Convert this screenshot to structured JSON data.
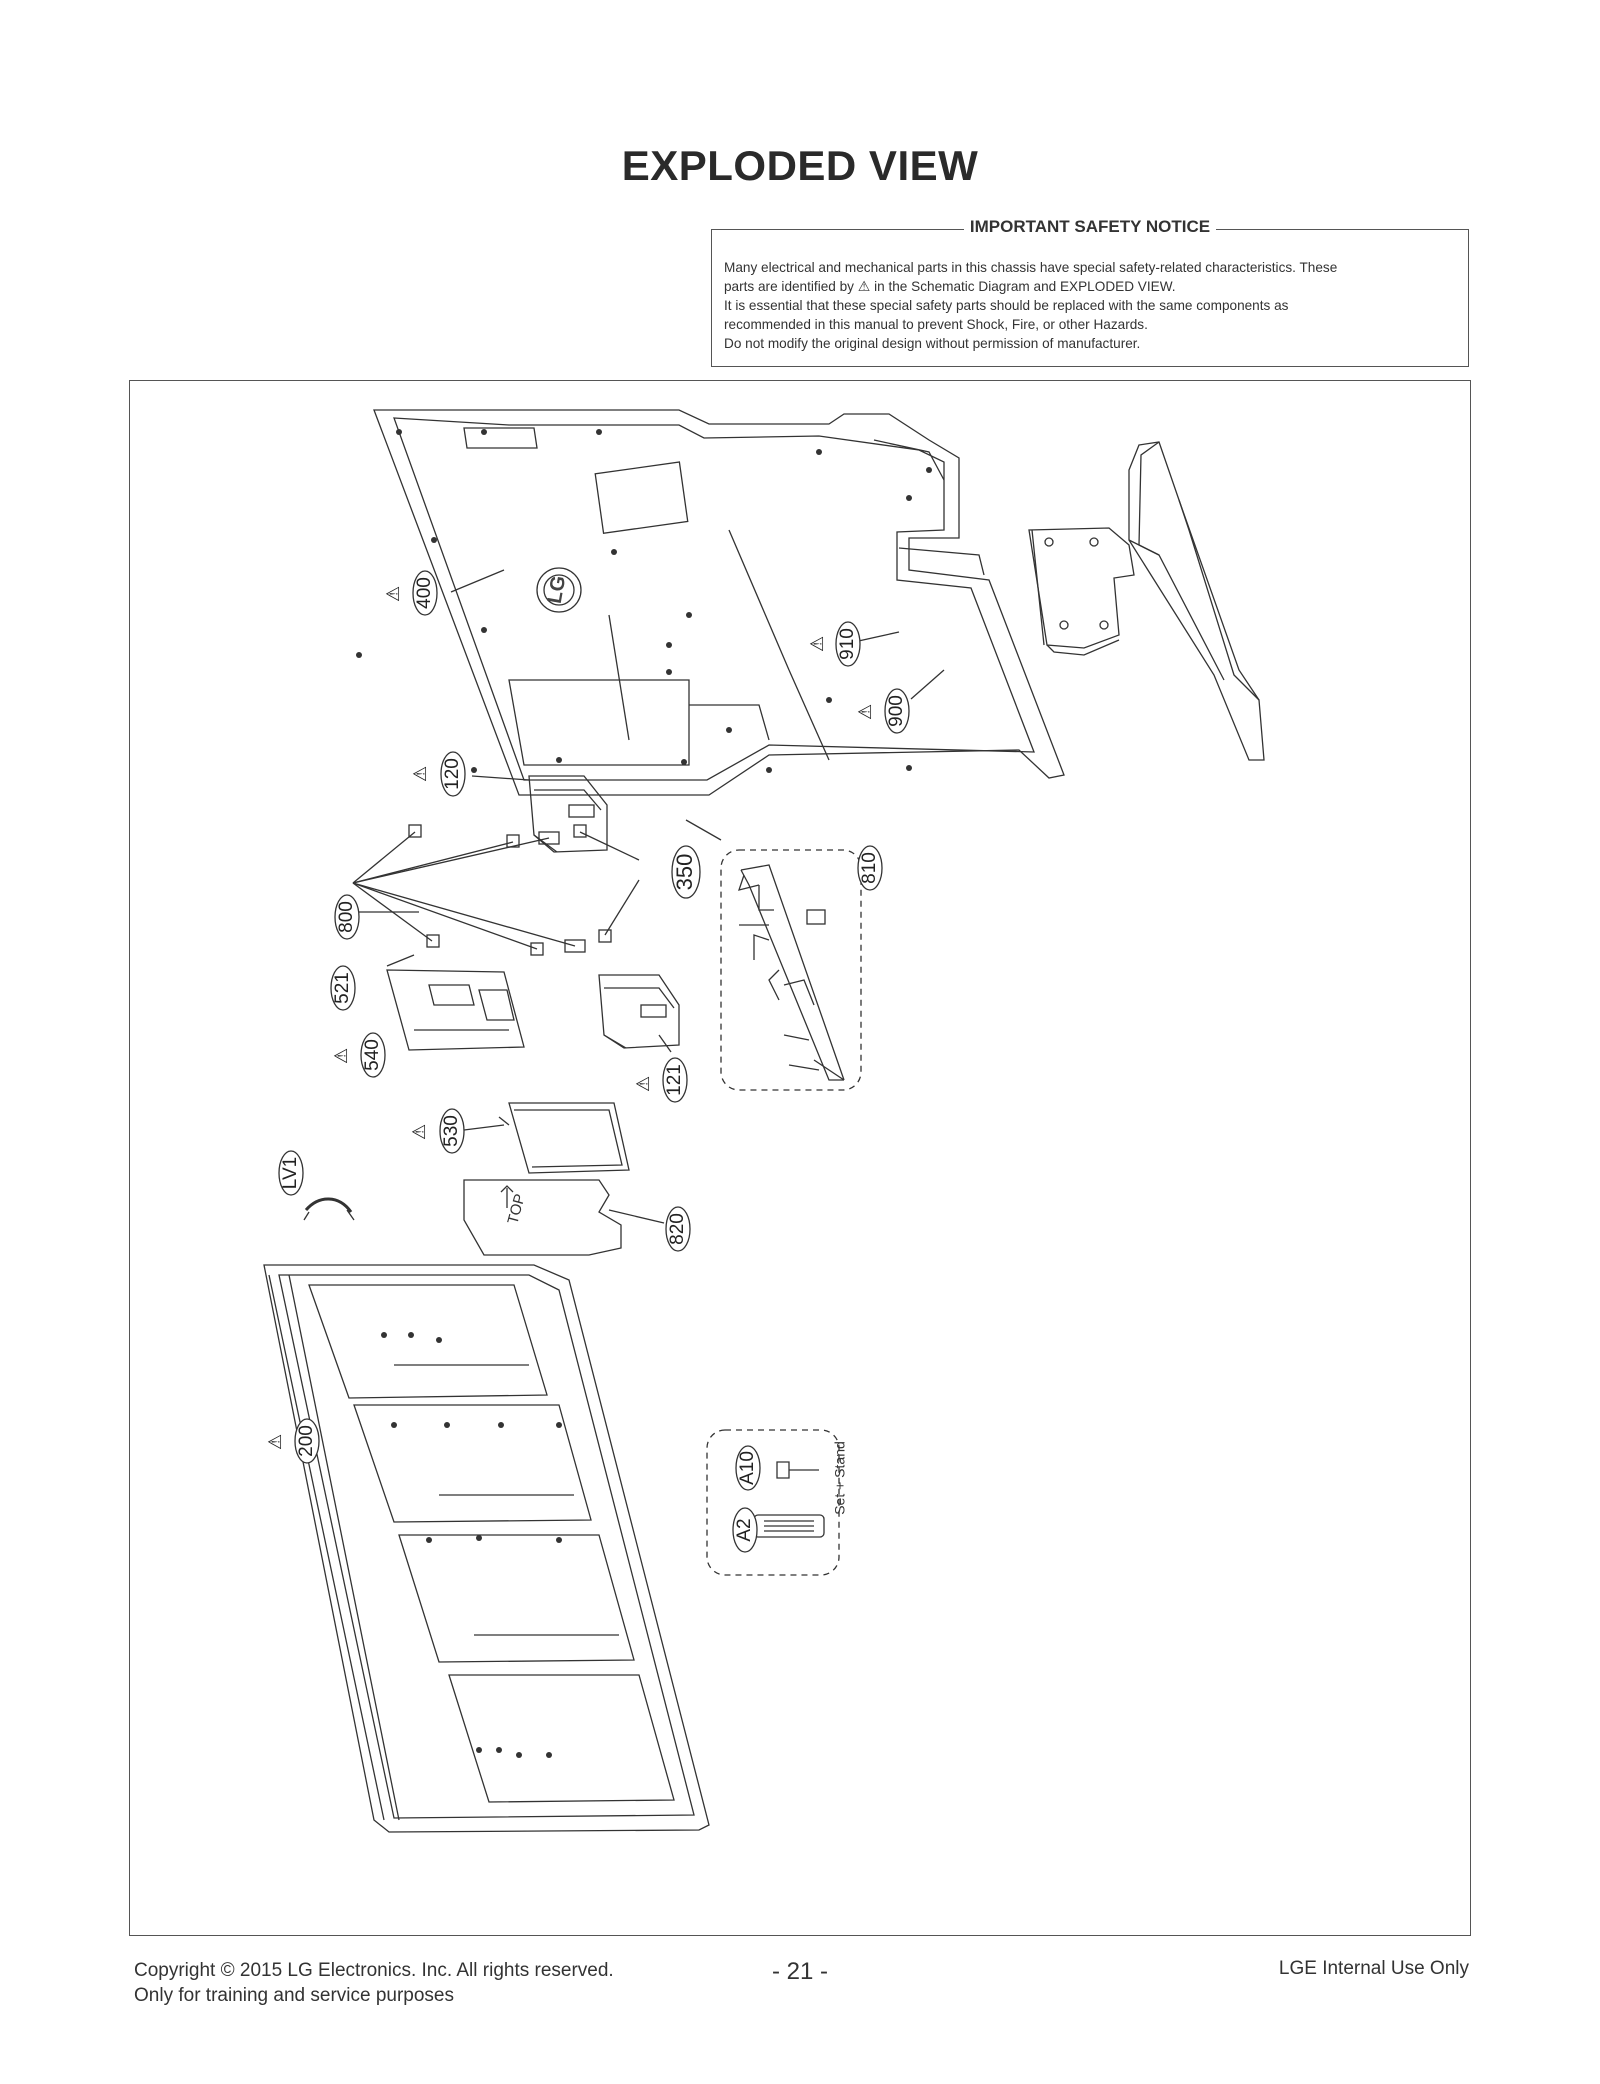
{
  "page": {
    "title": "EXPLODED VIEW"
  },
  "safety_notice": {
    "heading": "IMPORTANT SAFETY NOTICE",
    "line1": "Many electrical and mechanical parts in this chassis have special safety-related characteristics. These",
    "line2_pre": "parts are identified by",
    "line2_post": "in the Schematic Diagram and EXPLODED VIEW.",
    "line3": "It is essential that these special safety parts should be replaced with the same components as",
    "line4": "recommended in this manual to prevent Shock, Fire, or other Hazards.",
    "line5": "Do not modify the original design without permission of manufacturer.",
    "warning_icon": "warning-triangle-icon"
  },
  "diagram": {
    "callouts": [
      "400",
      "910",
      "900",
      "350",
      "120",
      "800",
      "810",
      "521",
      "540",
      "121",
      "530",
      "LV1",
      "820",
      "200",
      "A10",
      "A2"
    ],
    "bag_label": "Set + Stand",
    "rear_logo": "LG",
    "shield_label": "TOP"
  },
  "footer": {
    "copyright": "Copyright  © 2015 LG Electronics. Inc. All rights reserved.",
    "purpose": "Only for training and service purposes",
    "page_number": "- 21 -",
    "usage": "LGE Internal Use Only"
  }
}
